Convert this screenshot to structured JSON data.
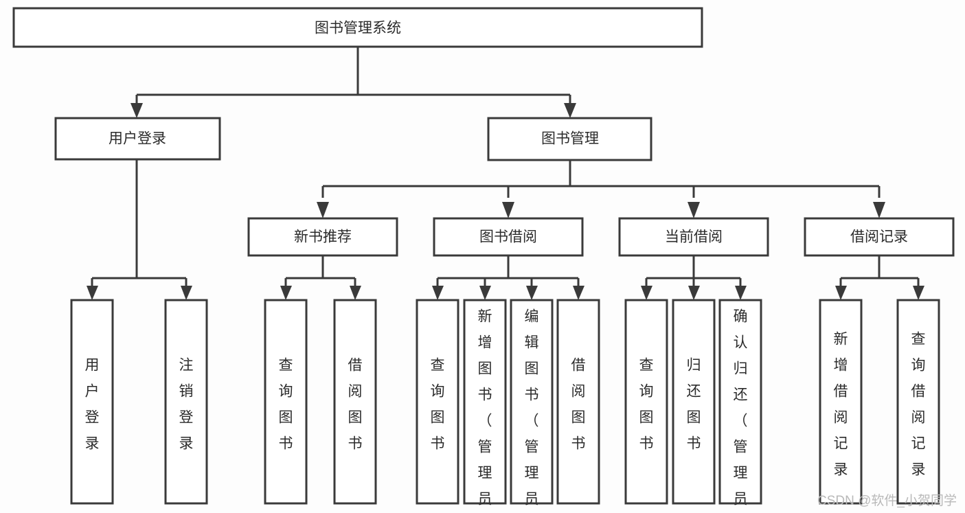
{
  "diagram": {
    "title": "图书管理系统",
    "root": {
      "id": "root",
      "label": "图书管理系统",
      "orientation": "horizontal"
    },
    "level1": [
      {
        "id": "user-login",
        "label": "用户登录",
        "orientation": "horizontal"
      },
      {
        "id": "book-management",
        "label": "图书管理",
        "orientation": "horizontal"
      }
    ],
    "level2": [
      {
        "id": "new-book-recommend",
        "label": "新书推荐",
        "orientation": "horizontal",
        "parent": "book-management"
      },
      {
        "id": "book-borrow",
        "label": "图书借阅",
        "orientation": "horizontal",
        "parent": "book-management"
      },
      {
        "id": "current-borrow",
        "label": "当前借阅",
        "orientation": "horizontal",
        "parent": "book-management"
      },
      {
        "id": "borrow-record",
        "label": "借阅记录",
        "orientation": "horizontal",
        "parent": "book-management"
      }
    ],
    "leaves": [
      {
        "id": "leaf-user-login",
        "label": "用户登录",
        "orientation": "vertical",
        "parent": "user-login"
      },
      {
        "id": "leaf-logout-login",
        "label": "注销登录",
        "orientation": "vertical",
        "parent": "user-login"
      },
      {
        "id": "leaf-query-book-1",
        "label": "查询图书",
        "orientation": "vertical",
        "parent": "new-book-recommend"
      },
      {
        "id": "leaf-borrow-book-1",
        "label": "借阅图书",
        "orientation": "vertical",
        "parent": "new-book-recommend"
      },
      {
        "id": "leaf-query-book-2",
        "label": "查询图书",
        "orientation": "vertical",
        "parent": "book-borrow"
      },
      {
        "id": "leaf-add-book",
        "label": "新增图书（管理员）",
        "orientation": "vertical",
        "parent": "book-borrow"
      },
      {
        "id": "leaf-edit-book",
        "label": "编辑图书（管理员）",
        "orientation": "vertical",
        "parent": "book-borrow"
      },
      {
        "id": "leaf-borrow-book-2",
        "label": "借阅图书",
        "orientation": "vertical",
        "parent": "book-borrow"
      },
      {
        "id": "leaf-query-book-3",
        "label": "查询图书",
        "orientation": "vertical",
        "parent": "current-borrow"
      },
      {
        "id": "leaf-return-book",
        "label": "归还图书",
        "orientation": "vertical",
        "parent": "current-borrow"
      },
      {
        "id": "leaf-confirm-return",
        "label": "确认归还（管理员）",
        "orientation": "vertical",
        "parent": "current-borrow"
      },
      {
        "id": "leaf-add-record",
        "label": "新增借阅记录",
        "orientation": "vertical",
        "parent": "borrow-record"
      },
      {
        "id": "leaf-query-record",
        "label": "查询借阅记录",
        "orientation": "vertical",
        "parent": "borrow-record"
      }
    ],
    "watermark": "CSDN @软件_小贺同学",
    "colors": {
      "box_fill": "#ffffff",
      "box_stroke": "#3a3a3a",
      "text": "#2b2b2b",
      "background": "#fdfdfd",
      "watermark": "#b9b9b9"
    }
  }
}
